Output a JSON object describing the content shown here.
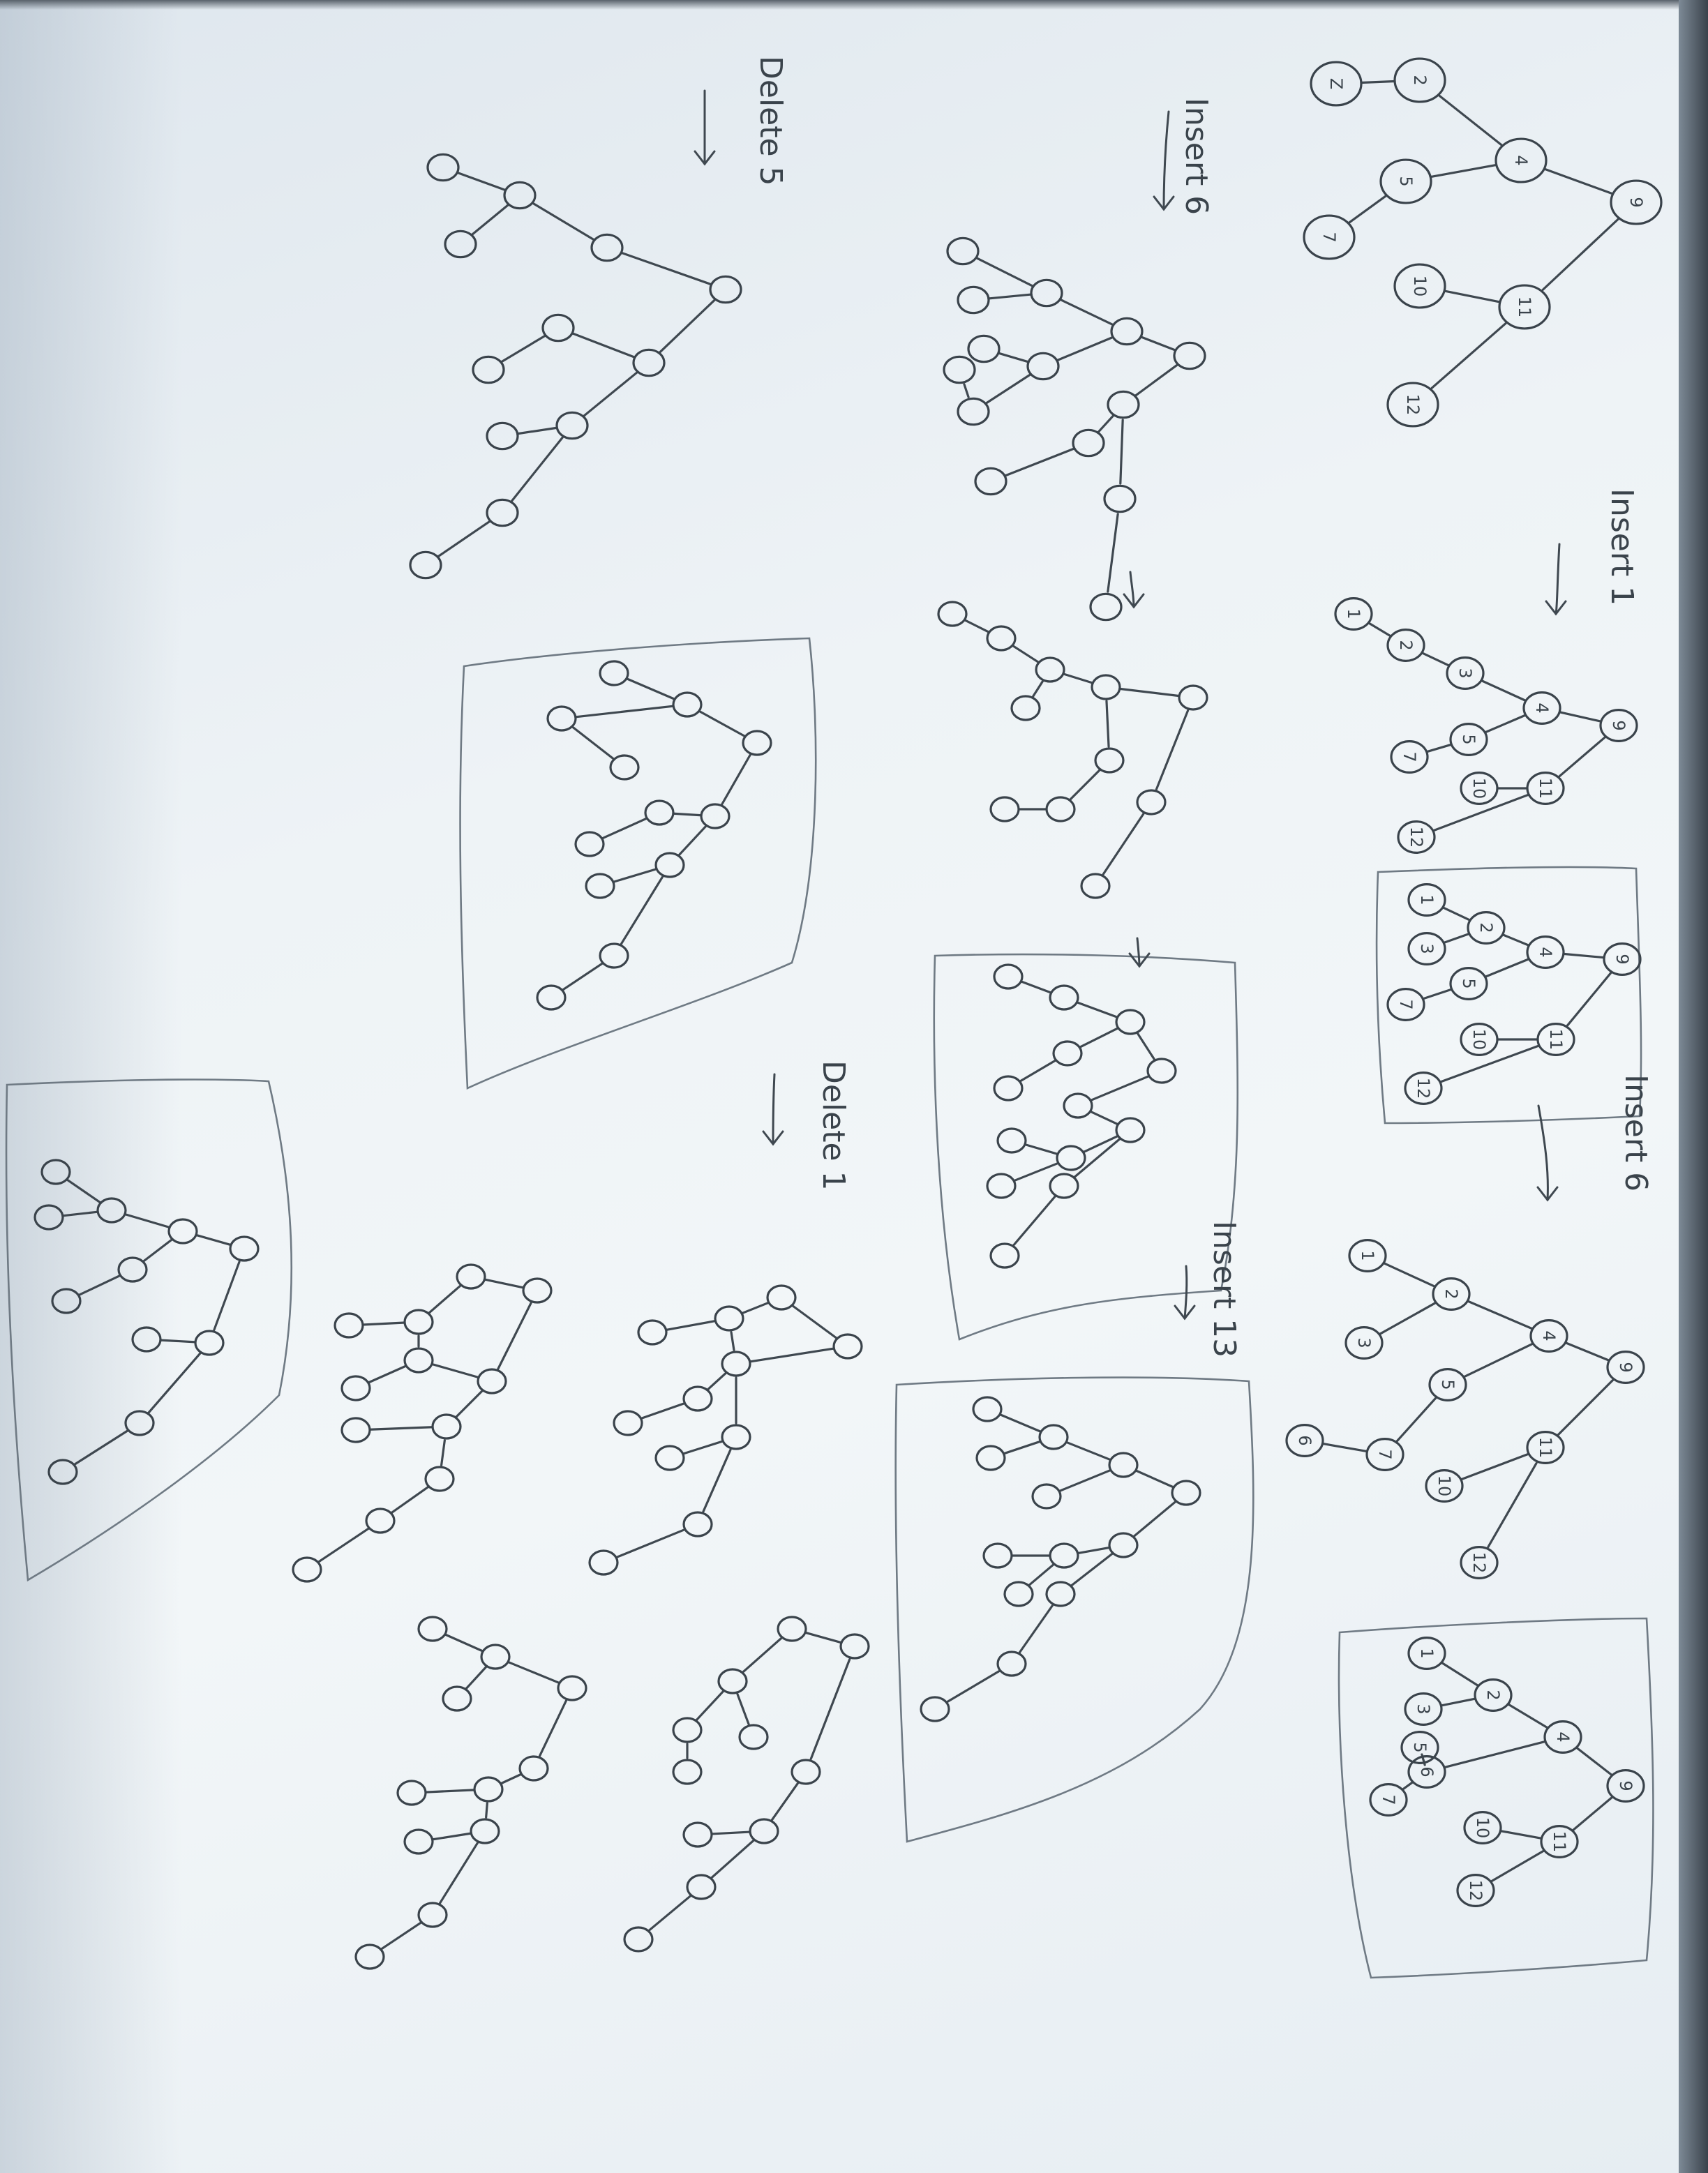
{
  "annotations": [
    "Insert 1",
    "Insert 6",
    "Insert 6",
    "Insert 13",
    "Delete 1",
    "Delete 5"
  ],
  "trees": [
    {
      "id": "t1",
      "nodes": [
        "9",
        "4",
        "2",
        "Z",
        "5",
        "7",
        "11",
        "10",
        "12"
      ],
      "edges": [
        [
          "9",
          "4"
        ],
        [
          "4",
          "2"
        ],
        [
          "2",
          "Z"
        ],
        [
          "4",
          "5"
        ],
        [
          "5",
          "7"
        ],
        [
          "9",
          "11"
        ],
        [
          "11",
          "10"
        ],
        [
          "11",
          "12"
        ]
      ]
    },
    {
      "id": "t2",
      "nodes": [
        "9",
        "4",
        "3",
        "2",
        "1",
        "5",
        "7",
        "11",
        "10",
        "12"
      ],
      "edges": [
        [
          "9",
          "4"
        ],
        [
          "4",
          "3"
        ],
        [
          "3",
          "2"
        ],
        [
          "2",
          "1"
        ],
        [
          "4",
          "5"
        ],
        [
          "5",
          "7"
        ],
        [
          "9",
          "11"
        ],
        [
          "11",
          "10"
        ],
        [
          "11",
          "12"
        ]
      ]
    },
    {
      "id": "t3",
      "nodes": [
        "9",
        "4",
        "2",
        "1",
        "3",
        "5",
        "7",
        "11",
        "10",
        "12"
      ],
      "edges": [
        [
          "9",
          "4"
        ],
        [
          "4",
          "2"
        ],
        [
          "2",
          "1"
        ],
        [
          "2",
          "3"
        ],
        [
          "4",
          "5"
        ],
        [
          "5",
          "7"
        ],
        [
          "9",
          "11"
        ],
        [
          "11",
          "10"
        ],
        [
          "11",
          "12"
        ]
      ]
    },
    {
      "id": "t4",
      "nodes": [
        "9",
        "4",
        "2",
        "1",
        "3",
        "5",
        "7",
        "6",
        "11",
        "10",
        "12"
      ],
      "edges": [
        [
          "9",
          "4"
        ],
        [
          "4",
          "2"
        ],
        [
          "2",
          "1"
        ],
        [
          "2",
          "3"
        ],
        [
          "4",
          "5"
        ],
        [
          "5",
          "7"
        ],
        [
          "7",
          "6"
        ],
        [
          "9",
          "11"
        ],
        [
          "11",
          "10"
        ],
        [
          "11",
          "12"
        ]
      ]
    },
    {
      "id": "t5",
      "nodes": [
        "9",
        "4",
        "2",
        "1",
        "3",
        "6",
        "5",
        "7",
        "11",
        "10",
        "12"
      ],
      "edges": [
        [
          "9",
          "4"
        ],
        [
          "4",
          "2"
        ],
        [
          "2",
          "1"
        ],
        [
          "2",
          "3"
        ],
        [
          "4",
          "6"
        ],
        [
          "6",
          "5"
        ],
        [
          "6",
          "7"
        ],
        [
          "9",
          "11"
        ],
        [
          "11",
          "10"
        ],
        [
          "11",
          "12"
        ]
      ]
    }
  ]
}
